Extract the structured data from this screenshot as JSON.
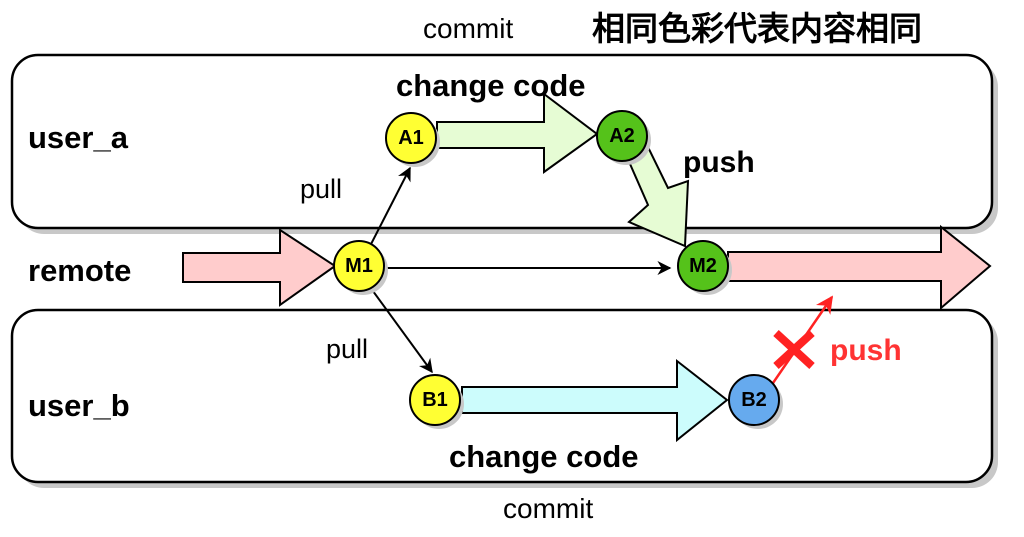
{
  "title": {
    "commit_top": "commit",
    "legend_note": "相同色彩代表内容相同",
    "commit_bottom": "commit"
  },
  "lanes": {
    "user_a": "user_a",
    "remote": "remote",
    "user_b": "user_b"
  },
  "nodes": {
    "A1": {
      "label": "A1",
      "color": "#ffff33"
    },
    "A2": {
      "label": "A2",
      "color": "#55c21a"
    },
    "M1": {
      "label": "M1",
      "color": "#ffff33"
    },
    "M2": {
      "label": "M2",
      "color": "#55c21a"
    },
    "B1": {
      "label": "B1",
      "color": "#ffff33"
    },
    "B2": {
      "label": "B2",
      "color": "#66aaee"
    }
  },
  "labels": {
    "change_code_a": "change code",
    "push_a": "push",
    "pull_a": "pull",
    "pull_b": "pull",
    "change_code_b": "change code",
    "push_b": "push"
  },
  "colors": {
    "remote_arrow": "#ffcccc",
    "user_a_arrow": "#e6fcd4",
    "user_b_arrow": "#ccfcfc",
    "rejected": "#ff2222"
  }
}
